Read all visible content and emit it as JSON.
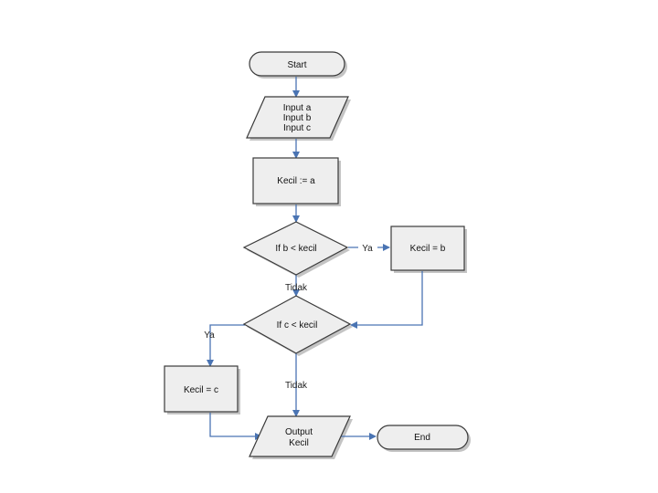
{
  "nodes": {
    "start": {
      "label": "Start"
    },
    "input": {
      "lines": [
        "Input a",
        "Input b",
        "Input c"
      ]
    },
    "init": {
      "label": "Kecil := a"
    },
    "check_b": {
      "label": "If b < kecil"
    },
    "assign_b": {
      "label": "Kecil = b"
    },
    "check_c": {
      "label": "If c < kecil"
    },
    "assign_c": {
      "label": "Kecil = c"
    },
    "output": {
      "lines": [
        "Output",
        "Kecil"
      ]
    },
    "end": {
      "label": "End"
    }
  },
  "edges": {
    "b_yes": "Ya",
    "b_no": "Tidak",
    "c_yes": "Ya",
    "c_no": "Tidak"
  },
  "colors": {
    "shape_fill": "#eeeeee",
    "shape_stroke": "#3a3a3a",
    "shadow": "#c4c4c4",
    "flow_line": "#4a74b3"
  }
}
